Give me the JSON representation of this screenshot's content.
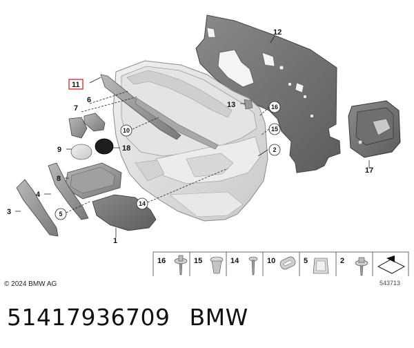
{
  "diagram": {
    "callouts": {
      "c1": "1",
      "c2": "2",
      "c3": "3",
      "c4": "4",
      "c5": "5",
      "c6": "6",
      "c7": "7",
      "c8": "8",
      "c9": "9",
      "c10": "10",
      "c11": "11",
      "c12": "12",
      "c13": "13",
      "c14": "14",
      "c15": "15",
      "c16": "16",
      "c17": "17",
      "c18": "18"
    },
    "legend": {
      "items": [
        {
          "number": "16",
          "icon": "screw-with-washer-icon"
        },
        {
          "number": "15",
          "icon": "expanding-rivet-icon"
        },
        {
          "number": "14",
          "icon": "screw-icon"
        },
        {
          "number": "10",
          "icon": "slotted-clip-icon"
        },
        {
          "number": "5",
          "icon": "spring-clip-icon"
        },
        {
          "number": "2",
          "icon": "bolt-with-washer-icon"
        }
      ],
      "view_icon": "view-direction-icon"
    },
    "highlight_color": "#e03030"
  },
  "footer": {
    "copyright": "© 2024 BMW AG",
    "diagram_number": "543713",
    "part_number": "51417936709",
    "brand": "BMW"
  }
}
